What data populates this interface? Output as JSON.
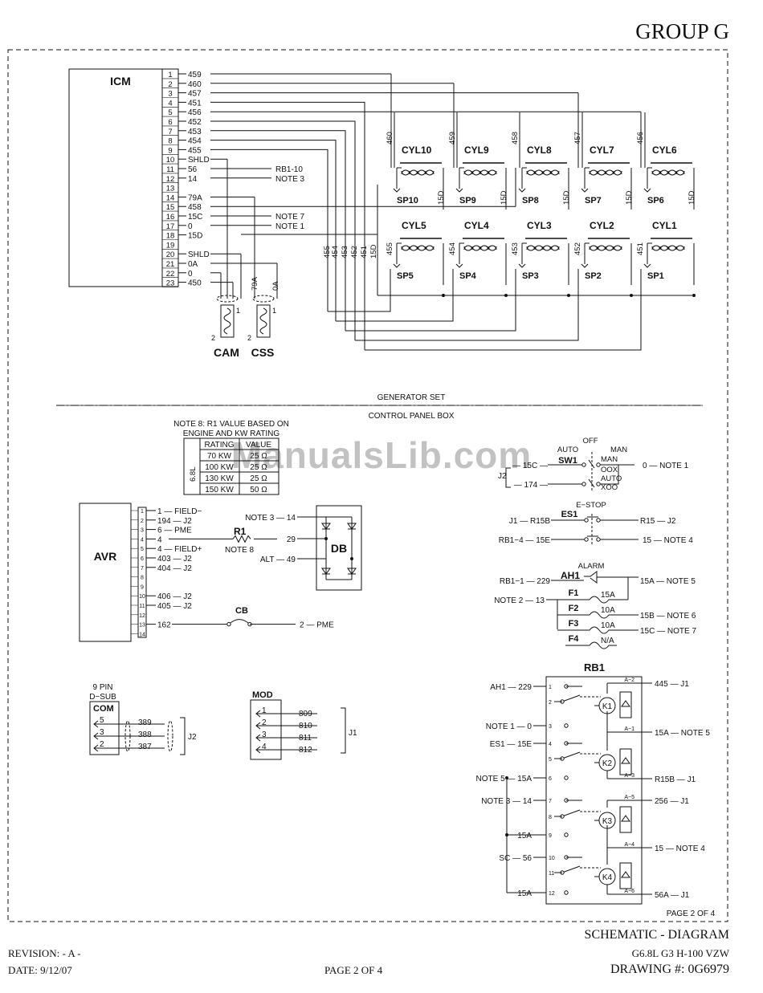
{
  "header": {
    "group": "GROUP G"
  },
  "footer": {
    "revision": "REVISION: - A -",
    "date": "DATE: 9/12/07",
    "page": "PAGE 2 OF 4",
    "title": "SCHEMATIC - DIAGRAM",
    "model": "G6.8L G3 H-100 VZW",
    "drawing": "DRAWING #: 0G6979"
  },
  "watermark": "ManualsLib.com",
  "icm": {
    "title": "ICM",
    "pins": [
      {
        "pin": "1",
        "wire": "459"
      },
      {
        "pin": "2",
        "wire": "460"
      },
      {
        "pin": "3",
        "wire": "457"
      },
      {
        "pin": "4",
        "wire": "451"
      },
      {
        "pin": "5",
        "wire": "456"
      },
      {
        "pin": "6",
        "wire": "452"
      },
      {
        "pin": "7",
        "wire": "453"
      },
      {
        "pin": "8",
        "wire": "454"
      },
      {
        "pin": "9",
        "wire": "455"
      },
      {
        "pin": "10",
        "wire": "SHLD"
      },
      {
        "pin": "11",
        "wire": "56",
        "dest": "RB1-10"
      },
      {
        "pin": "12",
        "wire": "14",
        "dest": "NOTE 3"
      },
      {
        "pin": "13",
        "wire": ""
      },
      {
        "pin": "14",
        "wire": "79A"
      },
      {
        "pin": "15",
        "wire": "458"
      },
      {
        "pin": "16",
        "wire": "15C",
        "dest": "NOTE 7"
      },
      {
        "pin": "17",
        "wire": "0",
        "dest": "NOTE 1"
      },
      {
        "pin": "18",
        "wire": "15D"
      },
      {
        "pin": "19",
        "wire": ""
      },
      {
        "pin": "20",
        "wire": "SHLD"
      },
      {
        "pin": "21",
        "wire": "0A"
      },
      {
        "pin": "22",
        "wire": "0"
      },
      {
        "pin": "23",
        "wire": "450"
      }
    ]
  },
  "coils_top": [
    {
      "name": "CYL10",
      "spark": "SP10",
      "wire": "460",
      "ret": "15D"
    },
    {
      "name": "CYL9",
      "spark": "SP9",
      "wire": "459",
      "ret": "15D"
    },
    {
      "name": "CYL8",
      "spark": "SP8",
      "wire": "458",
      "ret": "15D"
    },
    {
      "name": "CYL7",
      "spark": "SP7",
      "wire": "457",
      "ret": "15D"
    },
    {
      "name": "CYL6",
      "spark": "SP6",
      "wire": "456",
      "ret": "15D"
    }
  ],
  "coils_bottom": [
    {
      "name": "CYL5",
      "spark": "SP5",
      "wire": "455"
    },
    {
      "name": "CYL4",
      "spark": "SP4",
      "wire": "454"
    },
    {
      "name": "CYL3",
      "spark": "SP3",
      "wire": "453"
    },
    {
      "name": "CYL2",
      "spark": "SP2",
      "wire": "452"
    },
    {
      "name": "CYL1",
      "spark": "SP1",
      "wire": "451"
    }
  ],
  "harness_labels": [
    "455",
    "454",
    "453",
    "452",
    "451",
    "15D"
  ],
  "sensors": {
    "cam": "CAM",
    "css": "CSS",
    "cable_79a": "79A",
    "cable_0a": "0A",
    "pin1": "1",
    "pin2": "2"
  },
  "sections": {
    "generator": "GENERATOR SET",
    "panel": "CONTROL PANEL BOX"
  },
  "note8": {
    "line1": "NOTE 8: R1 VALUE BASED ON",
    "line2": "ENGINE AND KW RATING",
    "engine": "6.8L",
    "headers": [
      "RATING",
      "VALUE"
    ],
    "rows": [
      [
        "70 KW",
        "25 Ω"
      ],
      [
        "100 KW",
        "25 Ω"
      ],
      [
        "130 KW",
        "25 Ω"
      ],
      [
        "150 KW",
        "50 Ω"
      ]
    ]
  },
  "avr": {
    "title": "AVR",
    "pins": [
      "1",
      "2",
      "3",
      "4",
      "5",
      "6",
      "7",
      "8",
      "9",
      "10",
      "11",
      "12",
      "13",
      "14"
    ],
    "wires": [
      {
        "pin": "1",
        "text": "1 — FIELD−"
      },
      {
        "pin": "2",
        "text": "194 — J2"
      },
      {
        "pin": "3",
        "text": "6 — PME"
      },
      {
        "pin": "4",
        "text": "4"
      },
      {
        "pin": "5",
        "text": "4 — FIELD+"
      },
      {
        "pin": "6",
        "text": "403 — J2"
      },
      {
        "pin": "7",
        "text": "404 — J2"
      },
      {
        "pin": "10",
        "text": "406 — J2"
      },
      {
        "pin": "11",
        "text": "405 — J2"
      },
      {
        "pin": "13",
        "text": "162"
      }
    ]
  },
  "r1": {
    "label": "R1",
    "note": "NOTE 8"
  },
  "db": {
    "label": "DB",
    "in1": "NOTE 3 — 14",
    "mid": "29",
    "alt": "ALT — 49"
  },
  "cb": {
    "label": "CB",
    "wire": "2 — PME"
  },
  "com": {
    "title1": "9 PIN",
    "title2": "D−SUB",
    "name": "COM",
    "pins": [
      "5",
      "3",
      "2"
    ],
    "wires": [
      "389",
      "388",
      "387"
    ],
    "dest": "J2"
  },
  "mod": {
    "name": "MOD",
    "pins": [
      "1",
      "2",
      "3",
      "4"
    ],
    "wires": [
      "809",
      "810",
      "811",
      "812"
    ],
    "dest": "J1"
  },
  "sw1": {
    "name": "SW1",
    "off": "OFF",
    "auto": "AUTO",
    "man": "MAN",
    "man2": "MAN",
    "oox": "OOX",
    "auto2": "AUTO",
    "xoo": "XOO",
    "w15": "— 15C —",
    "w174": "— 174 —",
    "j2": "J2",
    "out": "0 — NOTE 1"
  },
  "es1": {
    "name": "ES1",
    "estop": "E−STOP",
    "l1": "J1 — R15B",
    "l2": "RB1−4 — 15E",
    "r1": "R15 — J2",
    "r2": "15 — NOTE 4"
  },
  "ah1": {
    "name": "AH1",
    "alarm": "ALARM",
    "left": "RB1−1 — 229",
    "right": "15A — NOTE 5"
  },
  "fuses": {
    "in": "NOTE 2 — 13",
    "items": [
      {
        "name": "F1",
        "rating": "15A",
        "out": ""
      },
      {
        "name": "F2",
        "rating": "10A",
        "out": "15B — NOTE 6"
      },
      {
        "name": "F3",
        "rating": "10A",
        "out": "15C — NOTE 7"
      },
      {
        "name": "F4",
        "rating": "N/A",
        "out": ""
      }
    ]
  },
  "rb1": {
    "title": "RB1",
    "left": [
      {
        "label": "AH1 — 229",
        "pin": "1"
      },
      {
        "label": "",
        "pin": "2"
      },
      {
        "label": "NOTE 1 — 0",
        "pin": "3"
      },
      {
        "label": "ES1 — 15E",
        "pin": "4"
      },
      {
        "label": "",
        "pin": "5"
      },
      {
        "label": "NOTE 5 — 15A",
        "pin": "6"
      },
      {
        "label": "NOTE 3 — 14",
        "pin": "7"
      },
      {
        "label": "",
        "pin": "8"
      },
      {
        "label": "15A",
        "pin": "9"
      },
      {
        "label": "SC — 56",
        "pin": "10"
      },
      {
        "label": "",
        "pin": "11"
      },
      {
        "label": "15A",
        "pin": "12"
      }
    ],
    "right": [
      {
        "term": "A−2",
        "label": "445 — J1"
      },
      {
        "term": "A−1",
        "label": "15A — NOTE 5"
      },
      {
        "term": "A−3",
        "label": "R15B — J1"
      },
      {
        "term": "A−5",
        "label": "256 — J1"
      },
      {
        "term": "A−4",
        "label": "15 — NOTE 4"
      },
      {
        "term": "A−6",
        "label": "56A — J1"
      }
    ],
    "relays": [
      "K1",
      "K2",
      "K3",
      "K4"
    ]
  },
  "page_inner": "PAGE 2 OF 4"
}
